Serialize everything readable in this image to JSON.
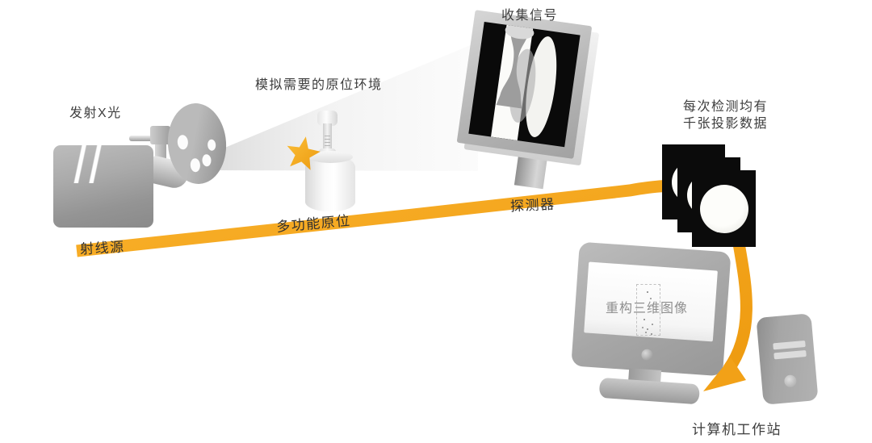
{
  "diagram": {
    "labels": {
      "xray_emit": "发射X光",
      "ray_source": "射线源",
      "insitu_env": "模拟需要的原位环境",
      "multifunction_stage": "多功能原位",
      "collect_signal": "收集信号",
      "detector": "探测器",
      "projection_note_line1": "每次检测均有",
      "projection_note_line2": "千张投影数据",
      "reconstruct_3d": "重构三维图像",
      "workstation": "计算机工作站"
    },
    "colors": {
      "flow_arrow": "#F5A41F",
      "flow_arrow_light": "#F9B02A",
      "flow_arrow_dark": "#EE9B10",
      "star": "#F2A518",
      "equipment_gray": "#A8A8A8",
      "projection_black": "#0B0B0B",
      "label_text": "#3D3D3D",
      "screen_text": "#8F8F8F",
      "background": "#FFFFFF"
    }
  }
}
